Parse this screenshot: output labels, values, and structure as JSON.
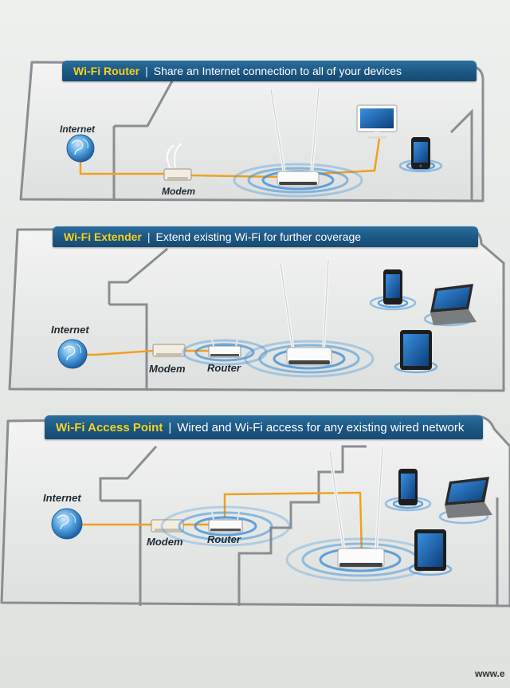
{
  "panels": [
    {
      "mode": "Wi-Fi Router",
      "description": "Share an Internet connection to all of your devices",
      "labels": {
        "internet": "Internet",
        "modem": "Modem"
      }
    },
    {
      "mode": "Wi-Fi Extender",
      "description": "Extend existing Wi-Fi for further coverage",
      "labels": {
        "internet": "Internet",
        "modem": "Modem",
        "router": "Router"
      }
    },
    {
      "mode": "Wi-Fi Access Point",
      "description": "Wired and Wi-Fi access for any existing wired network",
      "labels": {
        "internet": "Internet",
        "modem": "Modem",
        "router": "Router"
      }
    }
  ],
  "footer": {
    "url": "www.e"
  },
  "colors": {
    "banner": "#1c5682",
    "mode_text": "#f4d21f",
    "cable": "#f0a020",
    "wifi_wave": "#3e8fd6",
    "house_outline": "#8a8e92"
  }
}
